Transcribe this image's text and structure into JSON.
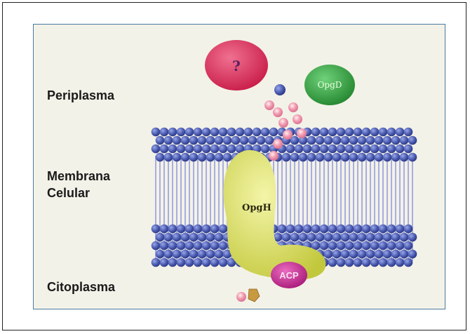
{
  "labels": {
    "periplasm": "Periplasma",
    "membrane_line1": "Membrana",
    "membrane_line2": "Celular",
    "cytoplasm": "Citoplasma"
  },
  "proteins": {
    "unknown": "?",
    "opgd": "OpgD",
    "opgh": "OpgH",
    "acp": "ACP"
  },
  "colors": {
    "frame_border": "#4a7aa0",
    "background": "#f3f2e8",
    "lipid_head": "#4a5bb0",
    "lipid_tail": "#9aa0d8",
    "unknown_protein": "#d42a55",
    "opgd": "#2f9a3a",
    "opgh": "#d6dc5a",
    "acp": "#c2288c",
    "glucose": "#e890a8"
  }
}
